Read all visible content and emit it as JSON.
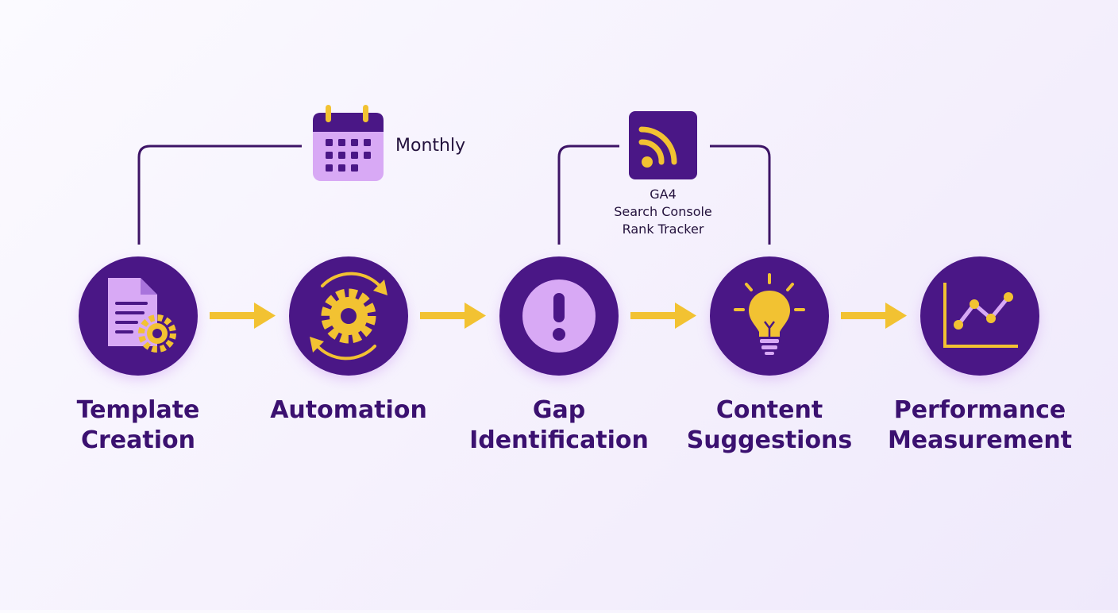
{
  "steps": [
    {
      "id": "template-creation",
      "label_line1": "Template",
      "label_line2": "Creation",
      "icon": "document-gear-icon"
    },
    {
      "id": "automation",
      "label_line1": "Automation",
      "label_line2": "",
      "icon": "gear-cycle-icon"
    },
    {
      "id": "gap-identification",
      "label_line1": "Gap",
      "label_line2": "Identification",
      "icon": "exclamation-icon"
    },
    {
      "id": "content-suggestions",
      "label_line1": "Content",
      "label_line2": "Suggestions",
      "icon": "lightbulb-icon"
    },
    {
      "id": "performance-measurement",
      "label_line1": "Performance",
      "label_line2": "Measurement",
      "icon": "line-chart-icon"
    }
  ],
  "annotations": {
    "schedule": {
      "label": "Monthly",
      "icon": "calendar-icon"
    },
    "data_sources": {
      "icon": "feed-icon",
      "lines": [
        "GA4",
        "Search Console",
        "Rank Tracker"
      ]
    }
  },
  "colors": {
    "node_fill": "#4a1786",
    "accent": "#f2c232",
    "icon_light": "#d8a9f5",
    "connector": "#3d1466",
    "label_text": "#3b1170"
  }
}
